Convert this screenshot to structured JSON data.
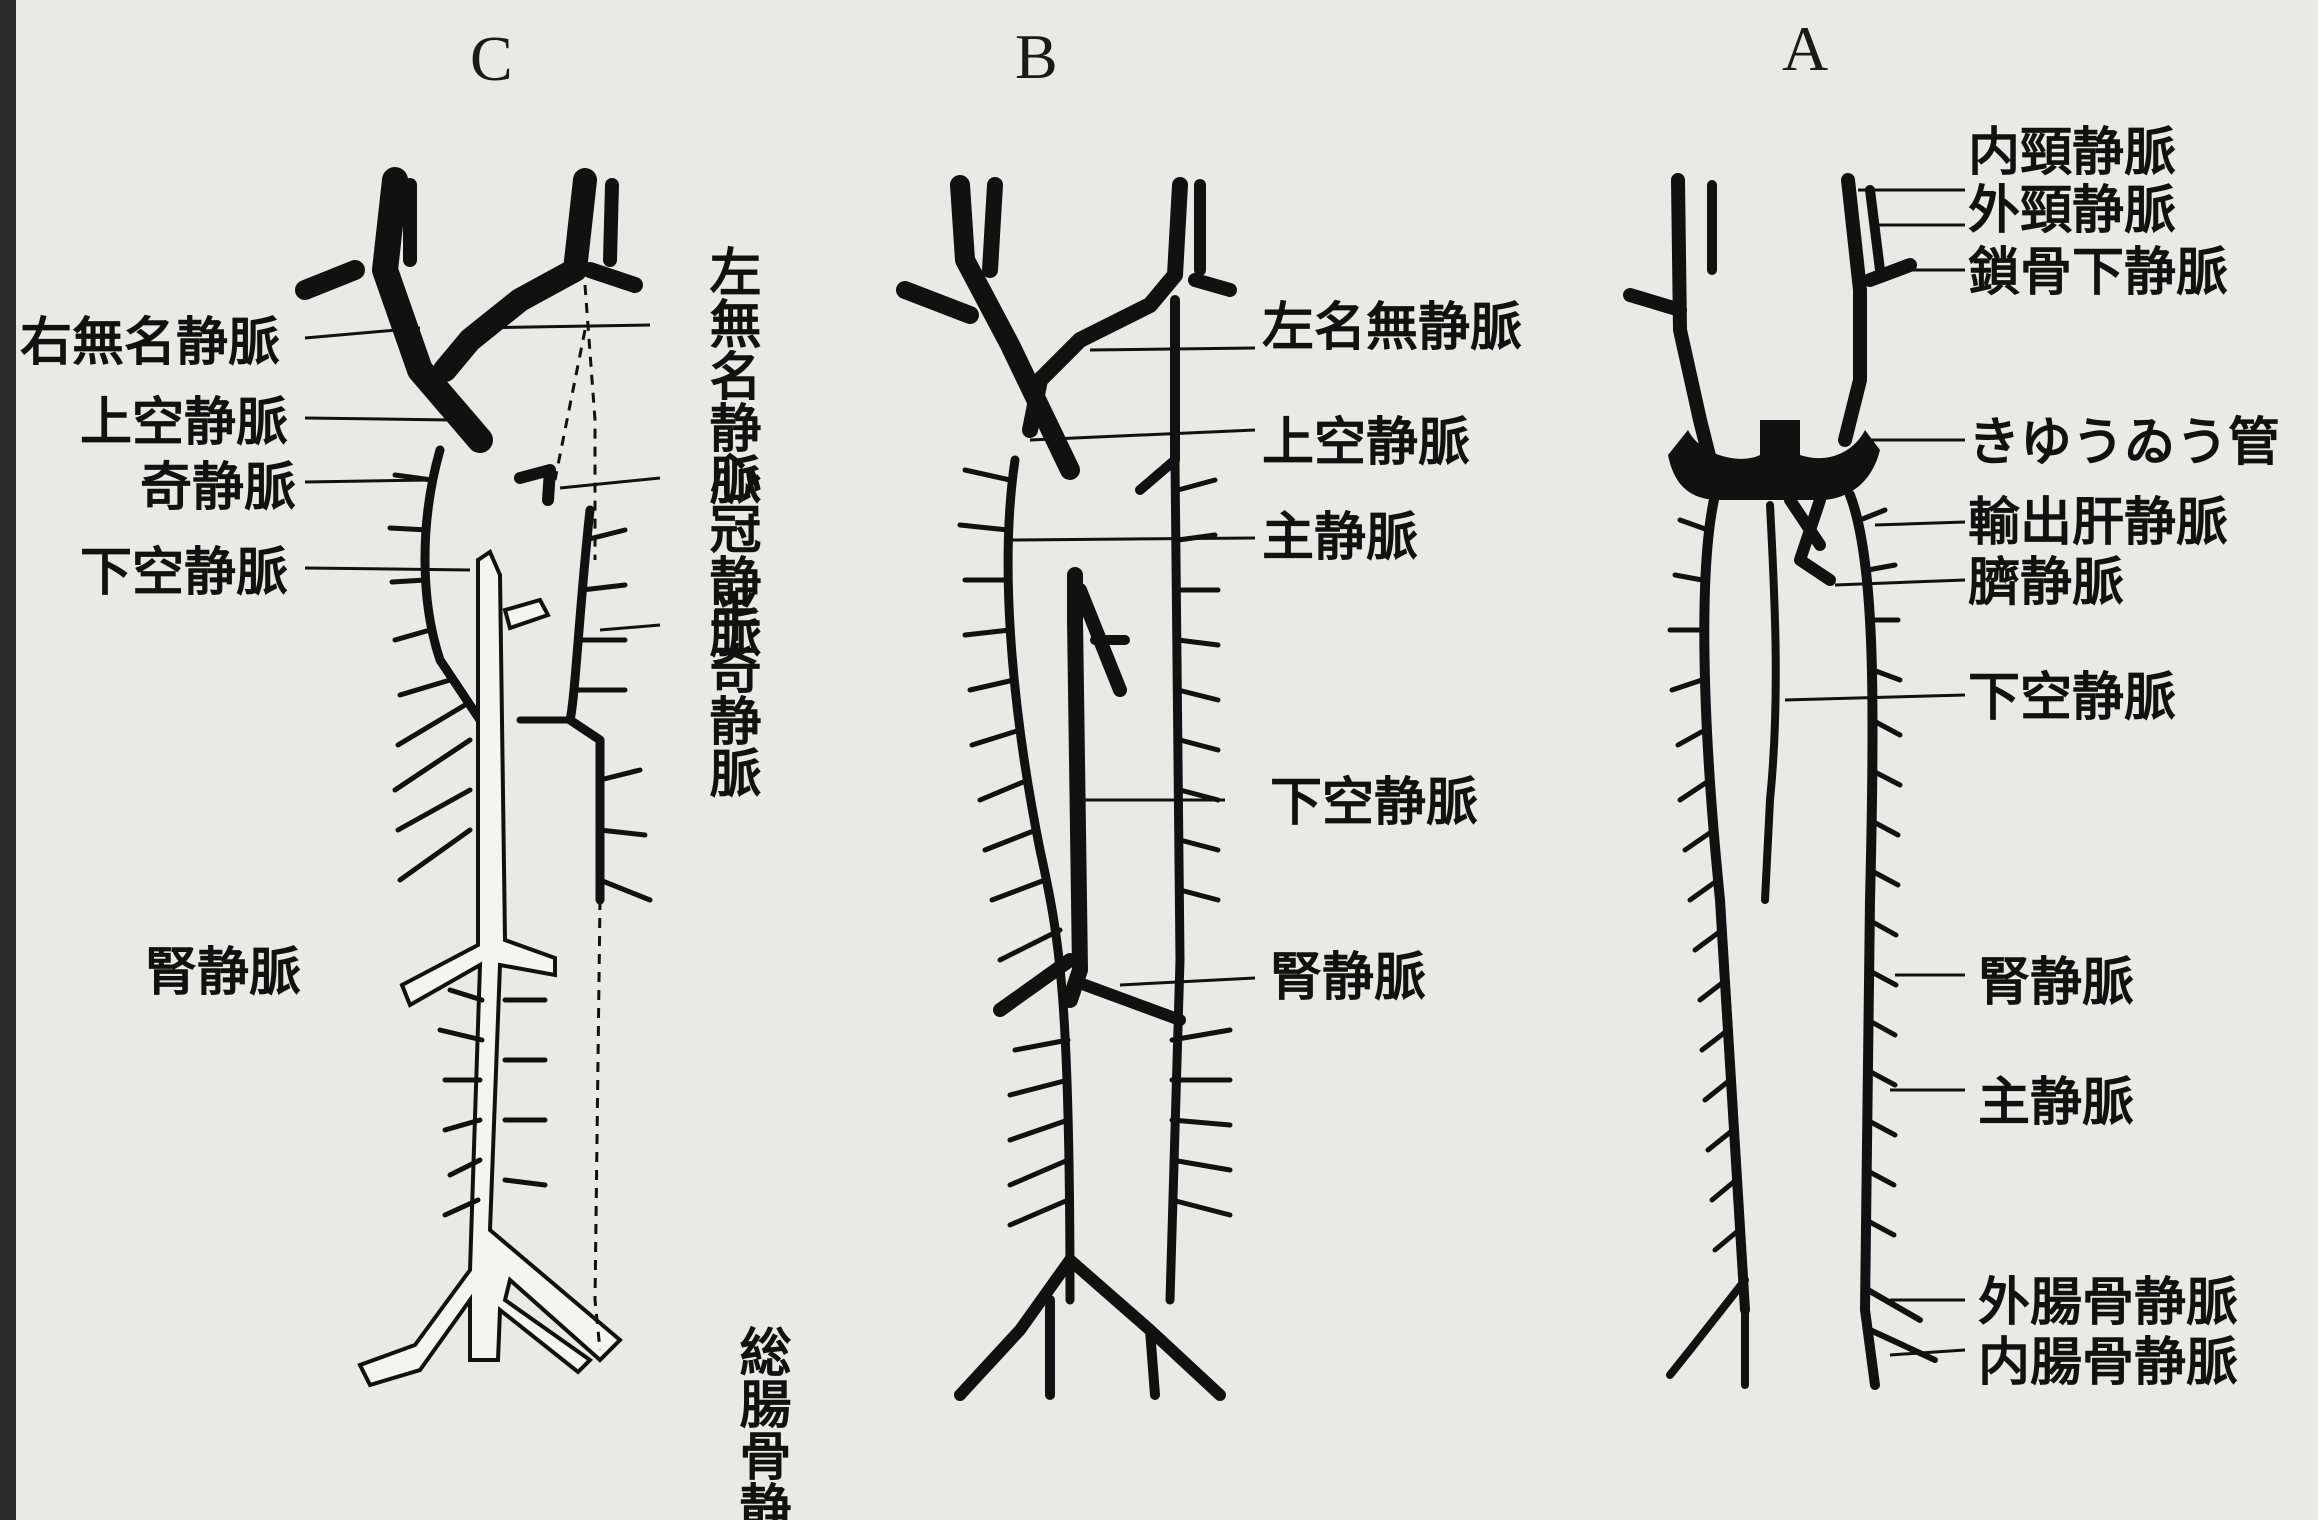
{
  "panels": {
    "C": {
      "letter": "C",
      "labels": {
        "right_brachiocephalic": "右無名静脈",
        "superior_vena_cava": "上空静脈",
        "azygos": "奇静脈",
        "inferior_vena_cava": "下空静脈",
        "renal": "腎静脈",
        "left_brachiocephalic": "左無名静脈",
        "coronary": "心冠静脈",
        "hemiazygos": "半奇静脈",
        "common_iliac": "総腸骨静脈"
      }
    },
    "B": {
      "letter": "B",
      "labels": {
        "left_brachiocephalic": "左名無静脈",
        "superior_vena_cava": "上空静脈",
        "cardinal": "主静脈",
        "inferior_vena_cava": "下空静脈",
        "renal": "腎静脈"
      }
    },
    "A": {
      "letter": "A",
      "labels": {
        "internal_jugular": "内頸静脈",
        "external_jugular": "外頸静脈",
        "subclavian": "鎖骨下静脈",
        "duct_of_cuvier": "きゆうゐう管",
        "hepatic_efferent": "輸出肝静脈",
        "umbilical": "臍静脈",
        "inferior_vena_cava": "下空静脈",
        "renal": "腎静脈",
        "cardinal": "主静脈",
        "external_iliac": "外腸骨静脈",
        "internal_iliac": "内腸骨静脈"
      }
    }
  }
}
